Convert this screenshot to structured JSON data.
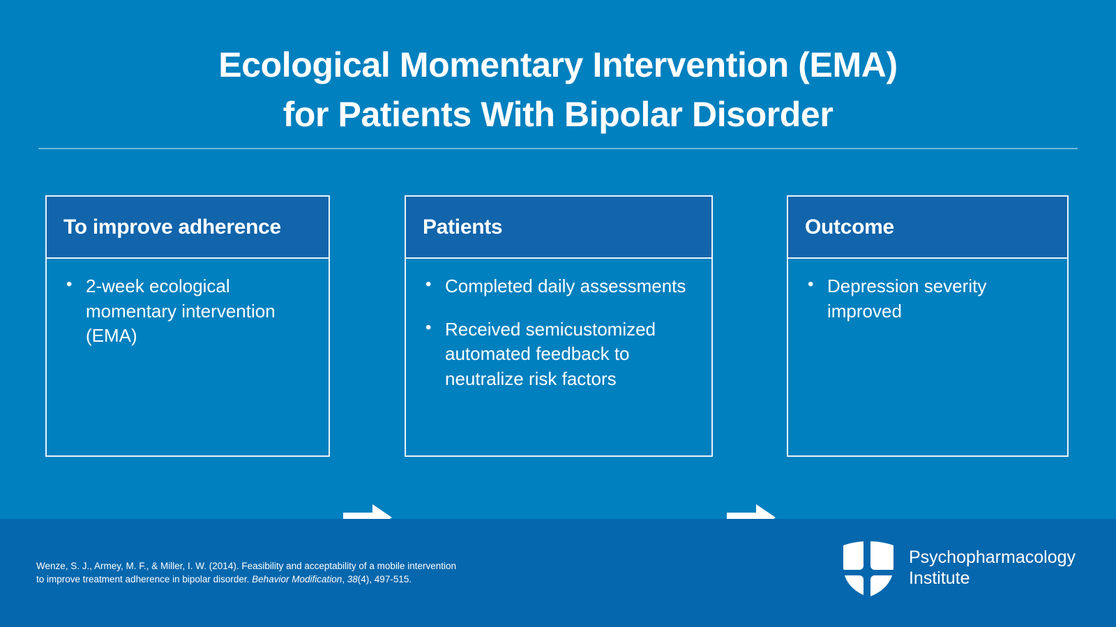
{
  "theme": {
    "background": "#0080bf",
    "footer_band": "#0567ad",
    "box_header": "#1265ab",
    "border": "#eaf4fa",
    "rule": "#6fb9dd",
    "text": "#ffffff"
  },
  "title": {
    "line1": "Ecological Momentary Intervention (EMA)",
    "line2": "for Patients With Bipolar Disorder"
  },
  "flow": {
    "boxes": [
      {
        "header": "To improve adherence",
        "bullets": [
          "2-week ecological momentary intervention (EMA)"
        ]
      },
      {
        "header": "Patients",
        "bullets": [
          "Completed daily assessments",
          "Received semicustomized automated feedback to neutralize risk factors"
        ]
      },
      {
        "header": "Outcome",
        "bullets": [
          "Depression severity improved"
        ]
      }
    ],
    "arrows": [
      {
        "name": "arrow-right-icon"
      },
      {
        "name": "arrow-right-icon"
      }
    ]
  },
  "footer": {
    "citation": {
      "line1": "Wenze, S. J., Armey, M. F., & Miller, I. W. (2014). Feasibility and acceptability of a mobile intervention",
      "line2_prefix": "to improve treatment adherence in bipolar disorder. ",
      "line2_journal": "Behavior Modification",
      "line2_mid": ", ",
      "line2_volume": "38",
      "line2_suffix": "(4), 497-515."
    },
    "logo": {
      "icon": "shield-cross-icon",
      "name_line1": "Psychopharmacology",
      "name_line2": "Institute"
    }
  }
}
